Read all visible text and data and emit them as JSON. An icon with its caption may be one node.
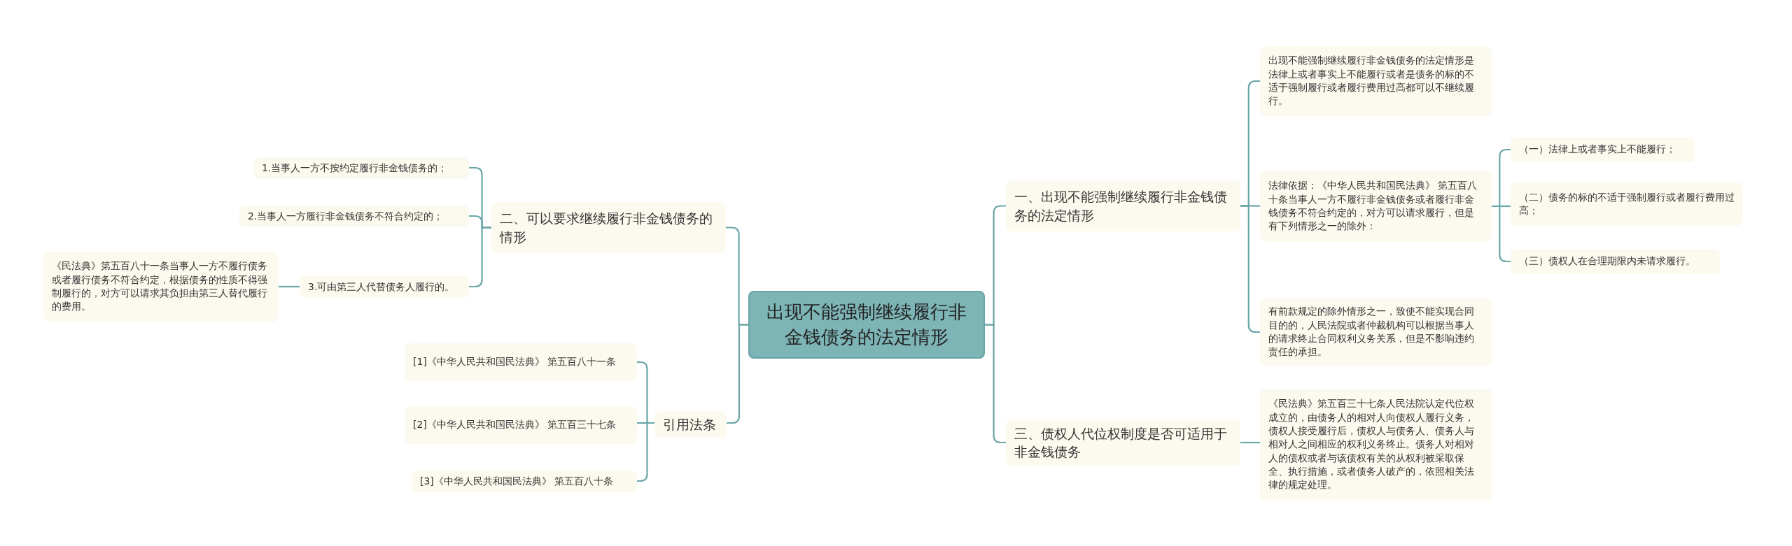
{
  "diagram": {
    "nodes": [
      {
        "text": [
          "出现不能强制继续履行非金钱债务的法定情形"
        ]
      },
      {
        "text": [
          "一、出现不能强制继续履行非金钱债务的法定情形"
        ]
      },
      {
        "text": [
          "出现不能强制继续履行非金钱债务的法定情形是法律上或者事实上不能履行或者是债务的标的不适于强制履行或者履行费用过高都可以不继续履行。"
        ]
      },
      {
        "text": [
          "法律依据：《中华人民共和国民法典》 第五百八十条当事人一方不履行非金钱债务或者履行非金钱债务不符合约定的，对方可以请求履行，但是有下列情形之一的除外："
        ]
      },
      {
        "text": [
          "（一）法律上或者事实上不能履行；"
        ]
      },
      {
        "text": [
          "（二）债务的标的不适于强制履行或者履行费用过高；"
        ]
      },
      {
        "text": [
          "（三）债权人在合理期限内未请求履行。"
        ]
      },
      {
        "text": [
          "有前款规定的除外情形之一，致使不能实现合同目的的，人民法院或者仲裁机构可以根据当事人的请求终止合同权利义务关系，但是不影响违约责任的承担。"
        ]
      },
      {
        "text": [
          "三、债权人代位权制度是否可适用于非金钱债务"
        ]
      },
      {
        "text": [
          "《民法典》第五百三十七条人民法院认定代位权成立的，由债务人的相对人向债权人履行义务，债权人接受履行后，债权人与债务人、债务人与相对人之间相应的权利义务终止。债务人对相对人的债权或者与该债权有关的从权利被采取保全、执行措施，或者债务人破产的，依照相关法律的规定处理。"
        ]
      },
      {
        "text": [
          "二、可以要求继续履行非金钱债务的情形"
        ]
      },
      {
        "text": [
          "1.当事人一方不按约定履行非金钱债务的；"
        ]
      },
      {
        "text": [
          "2.当事人一方履行非金钱债务不符合约定的；"
        ]
      },
      {
        "text": [
          "3.可由第三人代替债务人履行的。"
        ]
      },
      {
        "text": [
          "《民法典》第五百八十一条当事人一方不履行债务或者履行债务不符合约定，根据债务的性质不得强制履行的，对方可以请求其负担由第三人替代履行的费用。"
        ]
      },
      {
        "text": [
          "引用法条"
        ]
      },
      {
        "text": [
          "[1]《中华人民共和国民法典》 第五百八十一条"
        ]
      },
      {
        "text": [
          "[2]《中华人民共和国民法典》 第五百三十七条"
        ]
      },
      {
        "text": [
          "[3]《中华人民共和国民法典》 第五百八十条"
        ]
      }
    ],
    "edges": [
      {
        "from": 0,
        "to": 1,
        "arrow": "none"
      },
      {
        "from": 0,
        "to": 8,
        "arrow": "none"
      },
      {
        "from": 0,
        "to": 10,
        "arrow": "none"
      },
      {
        "from": 0,
        "to": 15,
        "arrow": "none"
      },
      {
        "from": 1,
        "to": 2,
        "arrow": "none"
      },
      {
        "from": 1,
        "to": 3,
        "arrow": "none"
      },
      {
        "from": 1,
        "to": 7,
        "arrow": "none"
      },
      {
        "from": 3,
        "to": 4,
        "arrow": "none"
      },
      {
        "from": 3,
        "to": 5,
        "arrow": "none"
      },
      {
        "from": 3,
        "to": 6,
        "arrow": "none"
      },
      {
        "from": 8,
        "to": 9,
        "arrow": "none"
      },
      {
        "from": 10,
        "to": 11,
        "arrow": "none"
      },
      {
        "from": 10,
        "to": 12,
        "arrow": "none"
      },
      {
        "from": 10,
        "to": 13,
        "arrow": "none"
      },
      {
        "from": 13,
        "to": 14,
        "arrow": "none"
      },
      {
        "from": 15,
        "to": 16,
        "arrow": "none"
      },
      {
        "from": 15,
        "to": 17,
        "arrow": "none"
      },
      {
        "from": 15,
        "to": 18,
        "arrow": "none"
      }
    ]
  }
}
